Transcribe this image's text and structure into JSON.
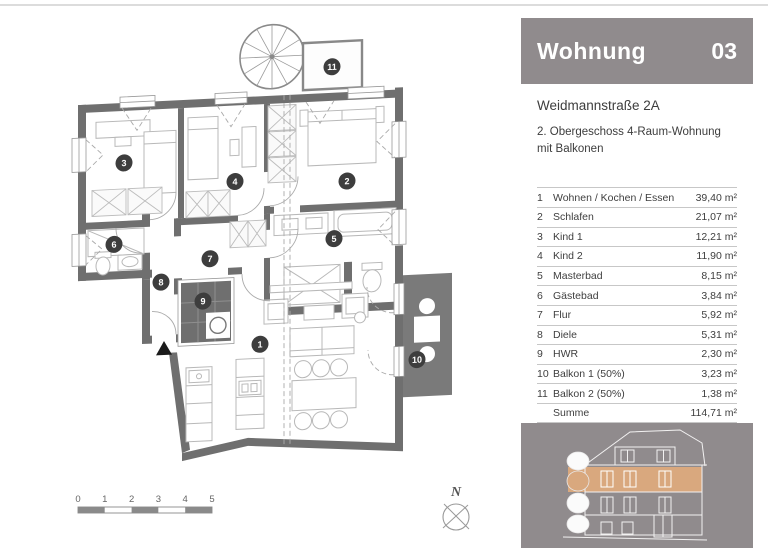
{
  "panel": {
    "title": "Wohnung",
    "number": "03",
    "address": "Weidmannstraße 2A",
    "description_line1": "2. Obergeschoss 4-Raum-Wohnung",
    "description_line2": "mit Balkonen",
    "rooms": [
      {
        "num": "1",
        "name": "Wohnen / Kochen / Essen",
        "area": "39,40 m²"
      },
      {
        "num": "2",
        "name": "Schlafen",
        "area": "21,07 m²"
      },
      {
        "num": "3",
        "name": "Kind 1",
        "area": "12,21 m²"
      },
      {
        "num": "4",
        "name": "Kind 2",
        "area": "11,90 m²"
      },
      {
        "num": "5",
        "name": "Masterbad",
        "area": "8,15 m²"
      },
      {
        "num": "6",
        "name": "Gästebad",
        "area": "3,84 m²"
      },
      {
        "num": "7",
        "name": "Flur",
        "area": "5,92 m²"
      },
      {
        "num": "8",
        "name": "Diele",
        "area": "5,31 m²"
      },
      {
        "num": "9",
        "name": "HWR",
        "area": "2,30 m²"
      },
      {
        "num": "10",
        "name": "Balkon 1 (50%)",
        "area": "3,23 m²"
      },
      {
        "num": "11",
        "name": "Balkon 2 (50%)",
        "area": "1,38 m²"
      }
    ],
    "total": {
      "num": "",
      "label": "Summe",
      "area": "114,71 m²"
    }
  },
  "plan": {
    "labels": [
      "1",
      "2",
      "3",
      "4",
      "5",
      "6",
      "7",
      "8",
      "9",
      "10",
      "11"
    ],
    "scale": [
      "0",
      "1",
      "2",
      "3",
      "4",
      "5"
    ],
    "north": "N"
  },
  "colors": {
    "panel_gray": "#908b8d",
    "wall_gray": "#6f6f6f",
    "balcony_gray": "#7a7a7a",
    "highlight_tan": "#d9a87e",
    "badge_dark": "#3d3d3d"
  }
}
